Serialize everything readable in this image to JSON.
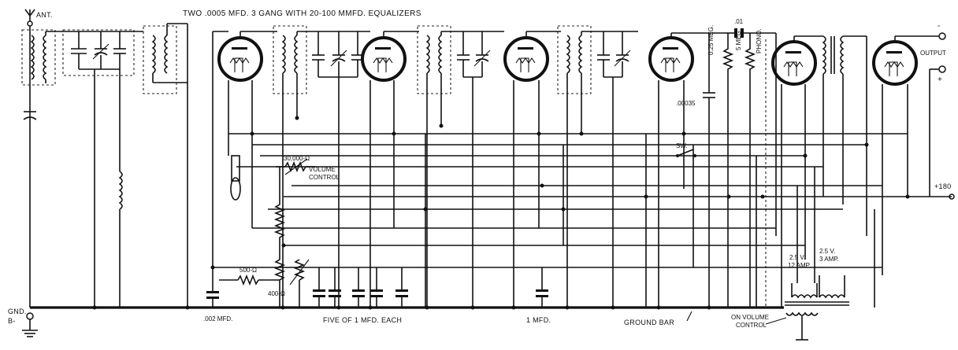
{
  "labels": {
    "title": "TWO .0005 MFD. 3 GANG WITH 20-100 MMFD. EQUALIZERS",
    "ant": "ANT.",
    "gnd": "GND.",
    "b_minus": "B-",
    "output": "OUTPUT",
    "minus": "-",
    "plus": "+",
    "plus_180": "+180",
    "cap_01": ".01",
    "cap_00035": ".00035",
    "res_025meg": "0.25 MEG.",
    "res_5meg": "5 MEG.",
    "phono": "PHONO.",
    "sw": "SW.",
    "res_30000": "30,000-Ω",
    "volume": "VOLUME",
    "control": "CONTROL",
    "res_500": "500-Ω",
    "res_400": "400-Ω",
    "cap_002": ".002 MFD.",
    "five_caps": "FIVE OF 1 MFD. EACH",
    "cap_1mfd": "1 MFD.",
    "ground_bar": "GROUND BAR",
    "on_volume": "ON VOLUME",
    "on_control": "CONTROL",
    "v25_1": "2.5 V.",
    "a_1": "12 AMP.",
    "v25_2": "2.5 V.",
    "a_2": "3 AMP."
  }
}
